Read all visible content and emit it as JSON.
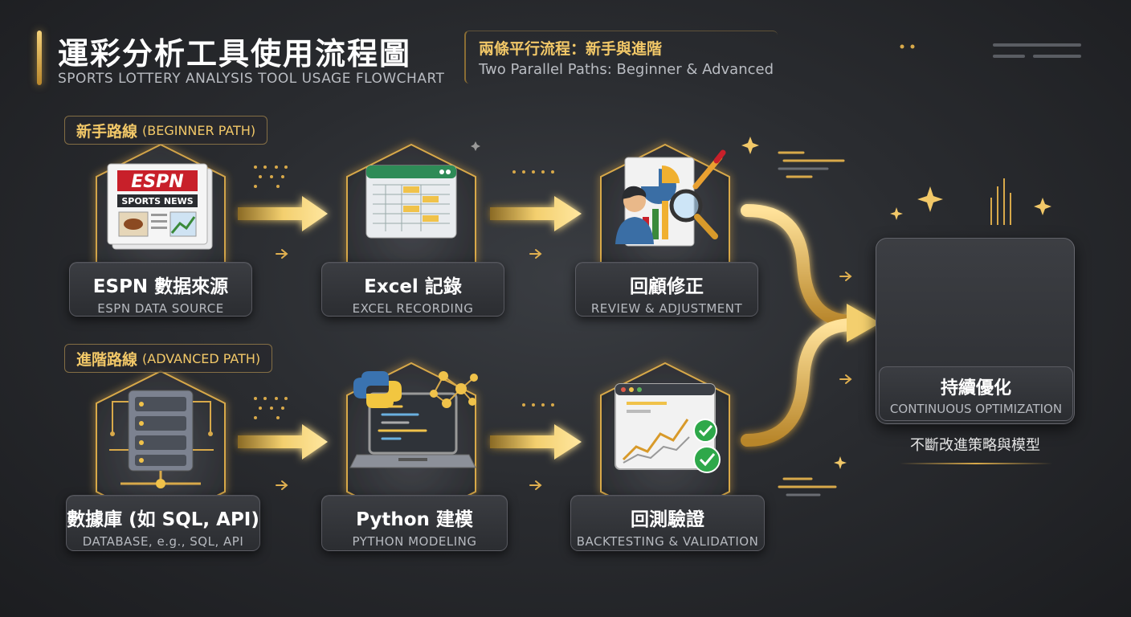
{
  "header": {
    "title_zh": "運彩分析工具使用流程圖",
    "title_en": "SPORTS LOTTERY ANALYSIS TOOL USAGE FLOWCHART",
    "subtitle_zh": "兩條平行流程：新手與進階",
    "subtitle_en": "Two Parallel Paths: Beginner & Advanced"
  },
  "beginner": {
    "label_zh": "新手路線",
    "label_en": "(BEGINNER PATH)",
    "steps": [
      {
        "zh": "ESPN 數据來源",
        "en": "ESPN DATA SOURCE",
        "icon": "newspaper-icon",
        "logo": "ESPN",
        "badge": "SPORTS NEWS"
      },
      {
        "zh": "Excel 記錄",
        "en": "EXCEL RECORDING",
        "icon": "spreadsheet-icon"
      },
      {
        "zh": "回顧修正",
        "en": "REVIEW & ADJUSTMENT",
        "icon": "review-magnifier-icon"
      }
    ]
  },
  "advanced": {
    "label_zh": "進階路線",
    "label_en": "(ADVANCED PATH)",
    "steps": [
      {
        "zh": "數據庫 (如 SQL, API)",
        "en": "DATABASE, e.g., SQL, API",
        "icon": "database-server-icon"
      },
      {
        "zh": "Python 建模",
        "en": "PYTHON MODELING",
        "icon": "python-laptop-icon"
      },
      {
        "zh": "回測驗證",
        "en": "BACKTESTING & VALIDATION",
        "icon": "backtest-chart-icon"
      }
    ]
  },
  "final": {
    "zh": "持續優化",
    "en": "CONTINUOUS OPTIMIZATION",
    "note": "不斷改進策略與模型",
    "icon": "gear-growth-icon"
  },
  "colors": {
    "accent": "#f2c868",
    "gold_dark": "#b8862b",
    "background": "#2a2c30"
  }
}
